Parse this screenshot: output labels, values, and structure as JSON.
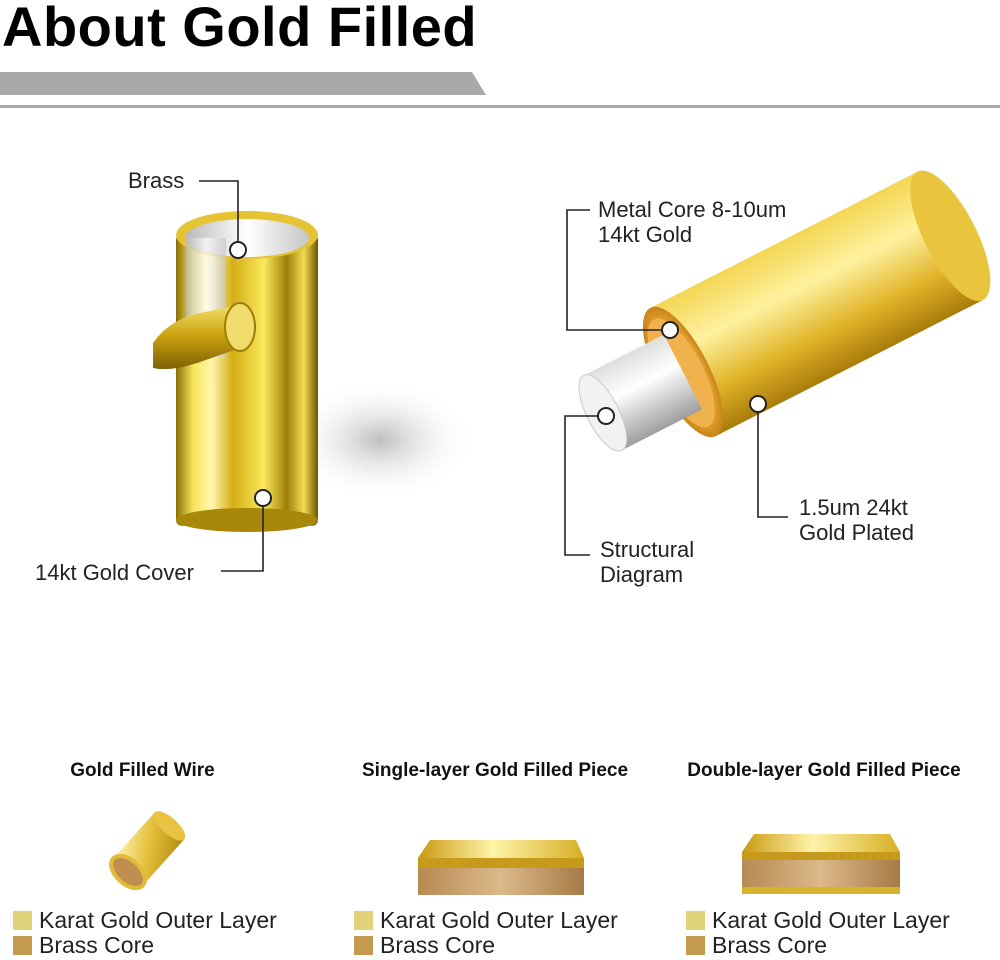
{
  "title": "About Gold Filled",
  "colors": {
    "band": "#a9a9a9",
    "gold": "#e8c53a",
    "gold_dark": "#b8860b",
    "silver": "#e6e6e6",
    "karat_swatch": "#e0d27a",
    "brass_swatch": "#c39a4e"
  },
  "tube": {
    "brass_label": "Brass",
    "cover_label": "14kt Gold Cover"
  },
  "wire": {
    "core_label_1": "Metal Core 8-10um",
    "core_label_2": "14kt Gold",
    "plated_label_1": "1.5um 24kt",
    "plated_label_2": "Gold Plated",
    "structural_label_1": "Structural",
    "structural_label_2": "Diagram"
  },
  "types": [
    {
      "title": "Gold Filled Wire",
      "legend": [
        "Karat Gold Outer Layer",
        "Brass Core"
      ]
    },
    {
      "title": "Single-layer Gold Filled Piece",
      "legend": [
        "Karat Gold Outer Layer",
        "Brass Core"
      ]
    },
    {
      "title": "Double-layer Gold Filled Piece",
      "legend": [
        "Karat Gold Outer Layer",
        "Brass Core"
      ]
    }
  ]
}
